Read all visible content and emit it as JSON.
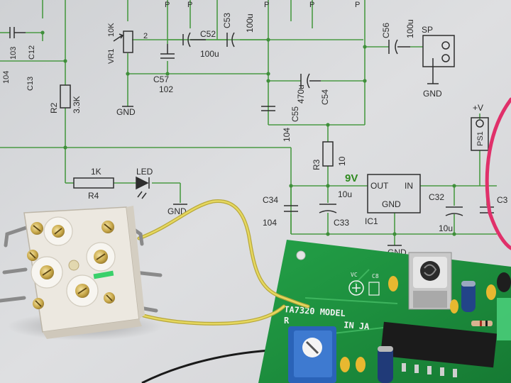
{
  "schematic": {
    "labels": {
      "c12": "C12",
      "c103": "103",
      "c13": "C13",
      "c104_left": "104",
      "vr1": "VR1",
      "vr1_value": "10K",
      "pin2": "2",
      "c52": "C52",
      "c52_value": "100u",
      "c53": "C53",
      "c53_value": "100u",
      "c57": "C57",
      "c57_value": "102",
      "gnd1": "GND",
      "c56": "C56",
      "c56_value": "100u",
      "sp": "SP",
      "gnd_sp": "GND",
      "c54": "C54",
      "c54_value": "470u",
      "c55": "C55",
      "c55_value": "104",
      "r2": "R2",
      "r2_value": "3.3K",
      "ps1": "PS1",
      "plus_v": "+V",
      "r4": "R4",
      "r4_value": "1K",
      "led": "LED",
      "gnd_led": "GND",
      "r3": "R3",
      "r3_value": "10",
      "nine_v": "9V",
      "c34": "C34",
      "c34_value": "104",
      "c33": "C33",
      "c33_value": "10u",
      "ic1": "IC1",
      "ic1_out": "OUT",
      "ic1_in": "IN",
      "ic1_gnd": "GND",
      "c32": "C32",
      "c32_value": "10u",
      "c3x": "C3",
      "gnd_bottom": "GND",
      "top_p1": "P",
      "top_p2": "P",
      "top_p3": "P",
      "top_p4": "P",
      "top_p5": "P"
    }
  },
  "pcb": {
    "model_text": "TA7320 MODEL",
    "line2_left": "R",
    "line2_right": "IN JA",
    "vc_label": "VC",
    "c8_label": "C8"
  },
  "colors": {
    "paper": "#d9dadc",
    "schematic_green": "#3f8f3a",
    "pcb_green": "#1f8a3c",
    "yellow_wire": "#d8c84a",
    "red_wire": "#e0306a",
    "capacitor_white": "#ece8e0",
    "brass": "#c8a84a"
  }
}
